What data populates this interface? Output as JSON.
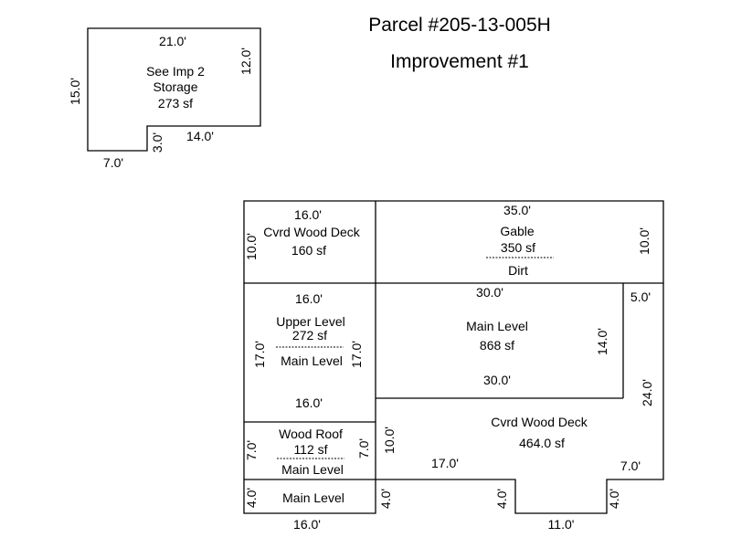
{
  "header": {
    "parcel": "Parcel #205-13-005H",
    "improvement": "Improvement #1"
  },
  "storage": {
    "name": "See Imp 2",
    "use": "Storage",
    "area": "273 sf",
    "dims": {
      "top": "21.0'",
      "left": "15.0'",
      "right": "12.0'",
      "notch_bottom": "14.0'",
      "notch_side": "3.0'",
      "bottom": "7.0'"
    }
  },
  "deck_top": {
    "name": "Cvrd Wood Deck",
    "area": "160 sf",
    "width": "16.0'",
    "height": "10.0'"
  },
  "gable": {
    "name": "Gable",
    "area": "350 sf",
    "below": "Dirt",
    "width": "35.0'",
    "height": "10.0'"
  },
  "upper_level": {
    "name": "Upper Level",
    "area": "272 sf",
    "below": "Main Level",
    "top": "16.0'",
    "bottom": "16.0'",
    "left": "17.0'",
    "right": "17.0'"
  },
  "main_level": {
    "name": "Main Level",
    "area": "868 sf",
    "top": "30.0'",
    "bottom": "30.0'",
    "right": "14.0'"
  },
  "right_side": {
    "step": "5.0'",
    "height": "24.0'"
  },
  "wood_roof": {
    "name": "Wood Roof",
    "area": "112 sf",
    "below": "Main Level",
    "left": "7.0'",
    "right": "7.0'"
  },
  "deck_large": {
    "name": "Cvrd Wood Deck",
    "area": "464.0 sf",
    "left": "10.0'",
    "seg": "17.0'",
    "right_seg": "7.0'"
  },
  "main_level_bottom": {
    "name": "Main Level",
    "left": "4.0'",
    "right": "4.0'",
    "width": "16.0'"
  },
  "notch": {
    "left": "4.0'",
    "right": "4.0'",
    "width": "11.0'"
  }
}
